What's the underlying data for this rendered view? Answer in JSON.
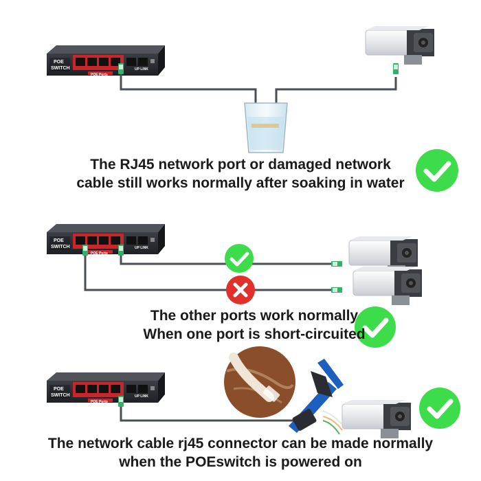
{
  "panels": [
    {
      "caption_lines": [
        "The RJ45 network port or damaged network",
        "cable still works normally after soaking in water"
      ],
      "status": "ok"
    },
    {
      "caption_lines": [
        "The other ports work normally",
        "When one port is short-circuited"
      ],
      "status": "ok",
      "line_status": [
        "ok",
        "fail"
      ]
    },
    {
      "caption_lines": [
        "The network cable rj45 connector can be made normally",
        "when the POEswitch is powered on"
      ],
      "status": "ok"
    }
  ],
  "switch": {
    "brand_line1": "POE",
    "brand_line2": "SWITCH",
    "poe_label": "POE Ports",
    "uplink_label": "UP LINK"
  },
  "colors": {
    "ok": "#3ddc4a",
    "fail": "#e0302a",
    "switch_body": "#2b2d33",
    "poe_band": "#c8262b",
    "cable": "#4a4f56",
    "rj45": "#2fb36a"
  },
  "icons": [
    "poe-switch-icon",
    "ip-camera-icon",
    "water-glass-icon",
    "check-circle-icon",
    "cross-circle-icon",
    "crimping-tool-icon",
    "rj45-plug-icon"
  ]
}
